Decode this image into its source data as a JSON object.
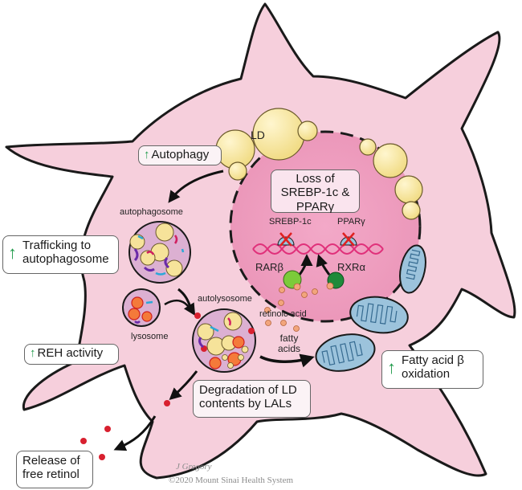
{
  "colors": {
    "cell_fill": "#f6cfdc",
    "cell_stroke": "#1a1a1a",
    "nucleus_fill": "#ee9fc0",
    "lipid_droplet": "#f6e39a",
    "mitochondria": "#9cc3dc",
    "up_arrow": "#1f9a4a",
    "retinol_dot": "#d8202f",
    "retinoic_acid_dot": "#f2a57c",
    "rar_beta": "#7ccb3a",
    "rxr_alpha": "#1f8a3a",
    "dna": "#e0307a",
    "cross_mark": "#e02020"
  },
  "labels": {
    "lipid_droplet": "LD",
    "autophagosome": "autophagosome",
    "lysosome": "lysosome",
    "autolysosome": "autolysosome",
    "retinoic_acid": "retinoic acid",
    "fatty_acids_line1": "fatty",
    "fatty_acids_line2": "acids",
    "srebp": "SREBP-1c",
    "ppar": "PPARγ",
    "rar": "RARβ",
    "rxr": "RXRα"
  },
  "boxes": {
    "autophagy": {
      "arrow": "↑",
      "text": "Autophagy"
    },
    "trafficking": {
      "arrow": "↑",
      "line1": "Trafficking to",
      "line2": "autophagosome"
    },
    "reh": {
      "arrow": "↑",
      "text": "REH activity"
    },
    "loss": {
      "line1": "Loss of",
      "line2": "SREBP-1c &",
      "line3": "PPARγ"
    },
    "degradation": {
      "line1": "Degradation of LD",
      "line2": "contents by LALs"
    },
    "fatty_oxidation": {
      "arrow": "↑",
      "line1": "Fatty acid β",
      "line2": "oxidation"
    },
    "release": {
      "line1": "Release of",
      "line2": "free retinol"
    }
  },
  "credit": {
    "author": "J Gregory",
    "copyright": "©2020 Mount Sinai Health System"
  }
}
